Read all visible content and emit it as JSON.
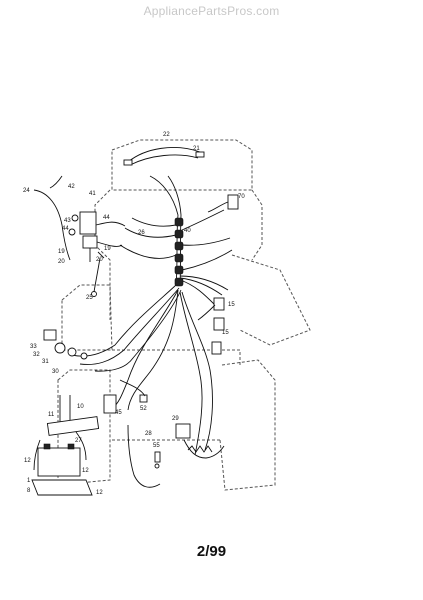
{
  "watermark": "AppliancePartsPros.com",
  "page_number": "2/99",
  "callouts": [
    "22",
    "21",
    "70",
    "24",
    "42",
    "41",
    "43",
    "44",
    "44",
    "40",
    "26",
    "19",
    "19",
    "20",
    "20",
    "25",
    "15",
    "15",
    "33",
    "32",
    "31",
    "30",
    "11",
    "10",
    "45",
    "52",
    "28",
    "29",
    "55",
    "12",
    "27",
    "12",
    "1",
    "8",
    "12"
  ]
}
